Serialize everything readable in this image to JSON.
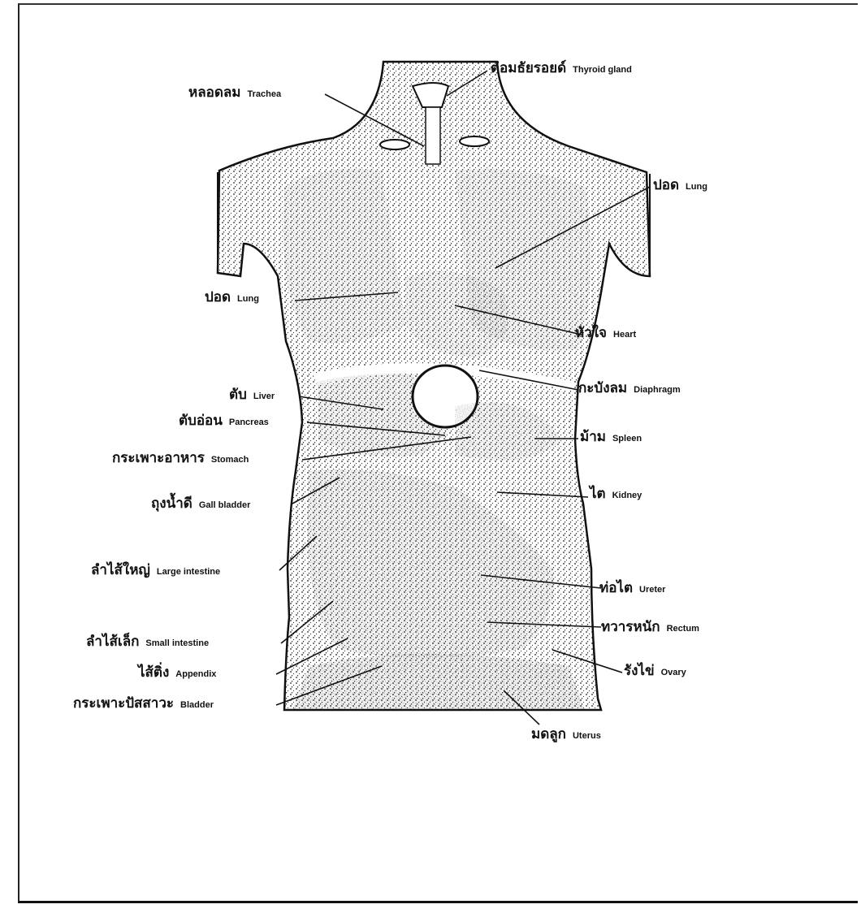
{
  "labels": {
    "thyroid": {
      "th": "ต่อมธัยรอยด์",
      "en": "Thyroid gland"
    },
    "trachea": {
      "th": "หลอดลม",
      "en": "Trachea"
    },
    "lung_r": {
      "th": "ปอด",
      "en": "Lung"
    },
    "lung_l": {
      "th": "ปอด",
      "en": "Lung"
    },
    "heart": {
      "th": "หัวใจ",
      "en": "Heart"
    },
    "diaphragm": {
      "th": "กะบังลม",
      "en": "Diaphragm"
    },
    "liver": {
      "th": "ตับ",
      "en": "Liver"
    },
    "pancreas": {
      "th": "ตับอ่อน",
      "en": "Pancreas"
    },
    "spleen": {
      "th": "ม้าม",
      "en": "Spleen"
    },
    "stomach": {
      "th": "กระเพาะอาหาร",
      "en": "Stomach"
    },
    "kidney": {
      "th": "ไต",
      "en": "Kidney"
    },
    "gall": {
      "th": "ถุงน้ำดี",
      "en": "Gall bladder"
    },
    "large": {
      "th": "ลำไส้ใหญ่",
      "en": "Large intestine"
    },
    "ureter": {
      "th": "ท่อไต",
      "en": "Ureter"
    },
    "small": {
      "th": "ลำไส้เล็ก",
      "en": "Small intestine"
    },
    "rectum": {
      "th": "ทวารหนัก",
      "en": "Rectum"
    },
    "appendix": {
      "th": "ไส้ติ่ง",
      "en": "Appendix"
    },
    "ovary": {
      "th": "รังไข่",
      "en": "Ovary"
    },
    "bladder": {
      "th": "กระเพาะปัสสาวะ",
      "en": "Bladder"
    },
    "uterus": {
      "th": "มดลูก",
      "en": "Uterus"
    }
  }
}
